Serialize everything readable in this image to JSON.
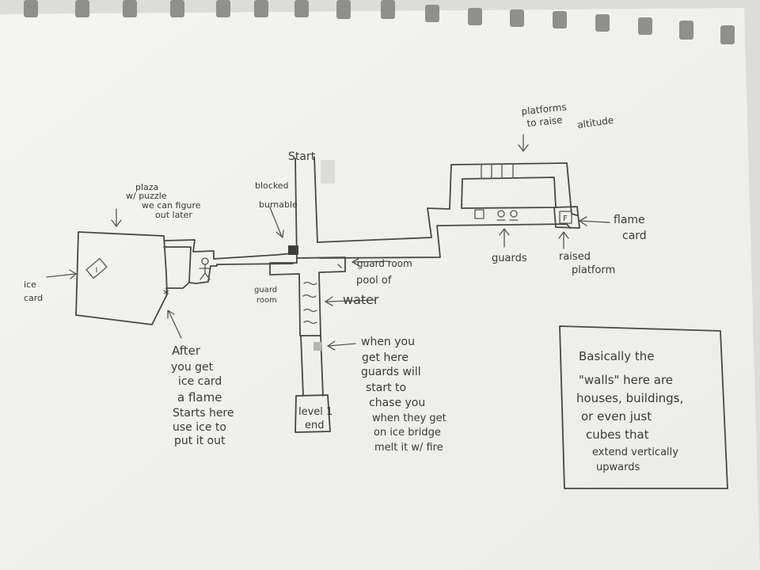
{
  "labels": {
    "start": "Start",
    "blocked_1": "blocked",
    "blocked_2": "burnable",
    "plaza_1": "plaza",
    "plaza_2": "w/ puzzle",
    "plaza_3": "we can figure",
    "plaza_4": "out later",
    "ice_card_1": "ice",
    "ice_card_2": "card",
    "guard_room_right": "guard room",
    "guard_room_left_1": "guard",
    "guard_room_left_2": "room",
    "pool_1": "pool of",
    "pool_2": "water",
    "platforms_1": "platforms",
    "platforms_2": "to raise",
    "platforms_3": "altitude",
    "flame_card_1": "flame",
    "flame_card_2": "card",
    "guards": "guards",
    "raised_1": "raised",
    "raised_2": "platform",
    "after_1": "After",
    "after_2": "you get",
    "after_3": "ice card",
    "after_4": "a flame",
    "after_5": "Starts here",
    "after_6": "use ice to",
    "after_7": "put it out",
    "chase_1": "when you",
    "chase_2": "get here",
    "chase_3": "guards will",
    "chase_4": "start to",
    "chase_5": "chase you",
    "chase_6": "when they get",
    "chase_7": "on ice bridge",
    "chase_8": "melt it w/ fire",
    "level_end_1": "level 1",
    "level_end_2": "end",
    "note_1": "Basically the",
    "note_2": "\"walls\" here are",
    "note_3": "houses, buildings,",
    "note_4": "or even just",
    "note_5": "cubes that",
    "note_6": "extend vertically",
    "note_7": "upwards"
  },
  "icons": {
    "ice_card": "I",
    "flame_card": "F"
  },
  "colors": {
    "paper": "#f2f2ef",
    "ink": "#474747",
    "holes": "#9a9a96"
  }
}
